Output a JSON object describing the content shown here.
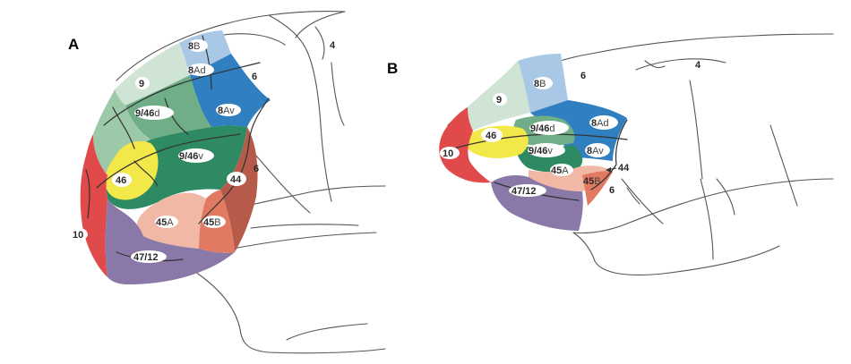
{
  "panels": {
    "a": {
      "letter": "A",
      "areas": [
        {
          "id": "8B",
          "num": "8",
          "sub": "B",
          "color": "#a8c8e6"
        },
        {
          "id": "8Ad",
          "num": "8",
          "sub": "Ad",
          "color": "#2f7fc1"
        },
        {
          "id": "8Av",
          "num": "8",
          "sub": "Av",
          "color": "#2f7fc1"
        },
        {
          "id": "9",
          "num": "9",
          "sub": "",
          "color": "#cfe4d4"
        },
        {
          "id": "9/46d",
          "num": "9/46",
          "sub": "d",
          "color": "#6fae86"
        },
        {
          "id": "9/46v",
          "num": "9/46",
          "sub": "v",
          "color": "#2e8a62"
        },
        {
          "id": "46",
          "num": "46",
          "sub": "",
          "color": "#f2e84a"
        },
        {
          "id": "44",
          "num": "44",
          "sub": "",
          "color": "#b65a4a"
        },
        {
          "id": "45A",
          "num": "45",
          "sub": "A",
          "color": "#f2b8a6"
        },
        {
          "id": "45B",
          "num": "45",
          "sub": "B",
          "color": "#e27a62"
        },
        {
          "id": "10",
          "num": "10",
          "sub": "",
          "color": "#e04a4a"
        },
        {
          "id": "47/12",
          "num": "47/12",
          "sub": "",
          "color": "#8a78a8"
        }
      ],
      "outside_labels": [
        "4",
        "6",
        "6"
      ]
    },
    "b": {
      "letter": "B",
      "areas": [
        {
          "id": "8B",
          "num": "8",
          "sub": "B",
          "color": "#a8c8e6"
        },
        {
          "id": "8Ad",
          "num": "8",
          "sub": "Ad",
          "color": "#2f7fc1"
        },
        {
          "id": "8Av",
          "num": "8",
          "sub": "Av",
          "color": "#2f7fc1"
        },
        {
          "id": "9",
          "num": "9",
          "sub": "",
          "color": "#cfe4d4"
        },
        {
          "id": "9/46d",
          "num": "9/46",
          "sub": "d",
          "color": "#6fae86"
        },
        {
          "id": "9/46v",
          "num": "9/46",
          "sub": "v",
          "color": "#2e8a62"
        },
        {
          "id": "46",
          "num": "46",
          "sub": "",
          "color": "#f2e84a"
        },
        {
          "id": "44",
          "num": "44",
          "sub": "",
          "color": "#b65a4a"
        },
        {
          "id": "45A",
          "num": "45",
          "sub": "A",
          "color": "#f2b8a6"
        },
        {
          "id": "45B",
          "num": "45",
          "sub": "B",
          "color": "#e27a62"
        },
        {
          "id": "10",
          "num": "10",
          "sub": "",
          "color": "#e04a4a"
        },
        {
          "id": "47/12",
          "num": "47/12",
          "sub": "",
          "color": "#8a78a8"
        }
      ],
      "outside_labels": [
        "4",
        "6",
        "6"
      ]
    }
  }
}
